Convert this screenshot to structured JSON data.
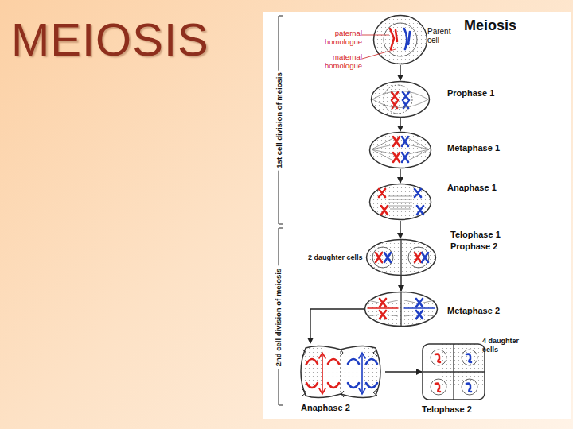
{
  "diagram": {
    "title": "MEIOSIS",
    "nodes": [
      {
        "text": [
          "Parent cell"
        ]
      },
      {
        "text": [
          "Prophase 1"
        ]
      },
      {
        "text": [
          "Metaphase 1"
        ]
      },
      {
        "text": [
          "Anaphase 1"
        ]
      },
      {
        "text": [
          "Telophase 1",
          "Prophase 2"
        ]
      },
      {
        "text": [
          "Metaphase 2"
        ]
      },
      {
        "text": [
          "Anaphase 2"
        ]
      },
      {
        "text": [
          "Telophase 2"
        ]
      }
    ],
    "edges": [
      {
        "from": 0,
        "to": 1,
        "arrow": "to"
      },
      {
        "from": 1,
        "to": 2,
        "arrow": "to"
      },
      {
        "from": 2,
        "to": 3,
        "arrow": "to"
      },
      {
        "from": 3,
        "to": 4,
        "arrow": "to"
      },
      {
        "from": 4,
        "to": 5,
        "arrow": "to"
      },
      {
        "from": 5,
        "to": 6,
        "arrow": "to"
      },
      {
        "from": 6,
        "to": 7,
        "arrow": "to"
      }
    ],
    "labels": [
      "Meiosis",
      "paternal homologue",
      "maternal homologue",
      "1st cell division of meiosis",
      "2nd cell division of meiosis",
      "2 daughter cells",
      "4 daughter cells"
    ]
  }
}
